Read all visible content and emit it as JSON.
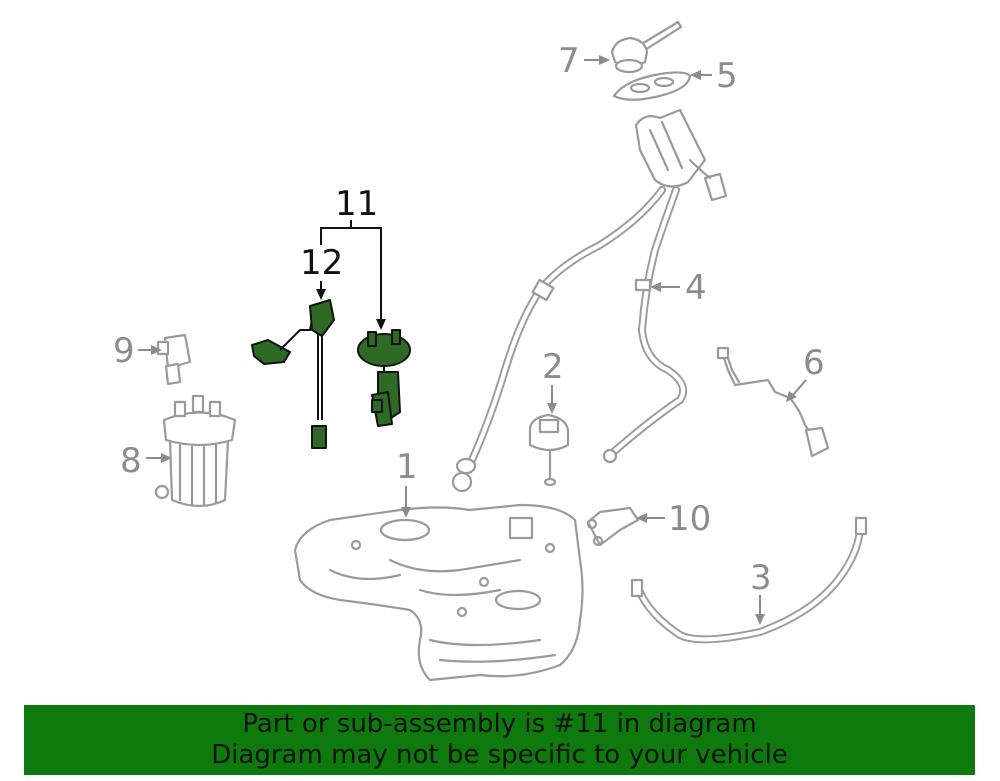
{
  "callouts": {
    "c1": "1",
    "c2": "2",
    "c3": "3",
    "c4": "4",
    "c5": "5",
    "c6": "6",
    "c7": "7",
    "c8": "8",
    "c9": "9",
    "c10": "10",
    "c11": "11",
    "c12": "12"
  },
  "highlight_color": "#2f6a25",
  "banner": {
    "line1": "Part or sub-assembly is #11 in diagram",
    "line2": "Diagram may not be specific to your vehicle",
    "background": "#0e7a0d"
  }
}
